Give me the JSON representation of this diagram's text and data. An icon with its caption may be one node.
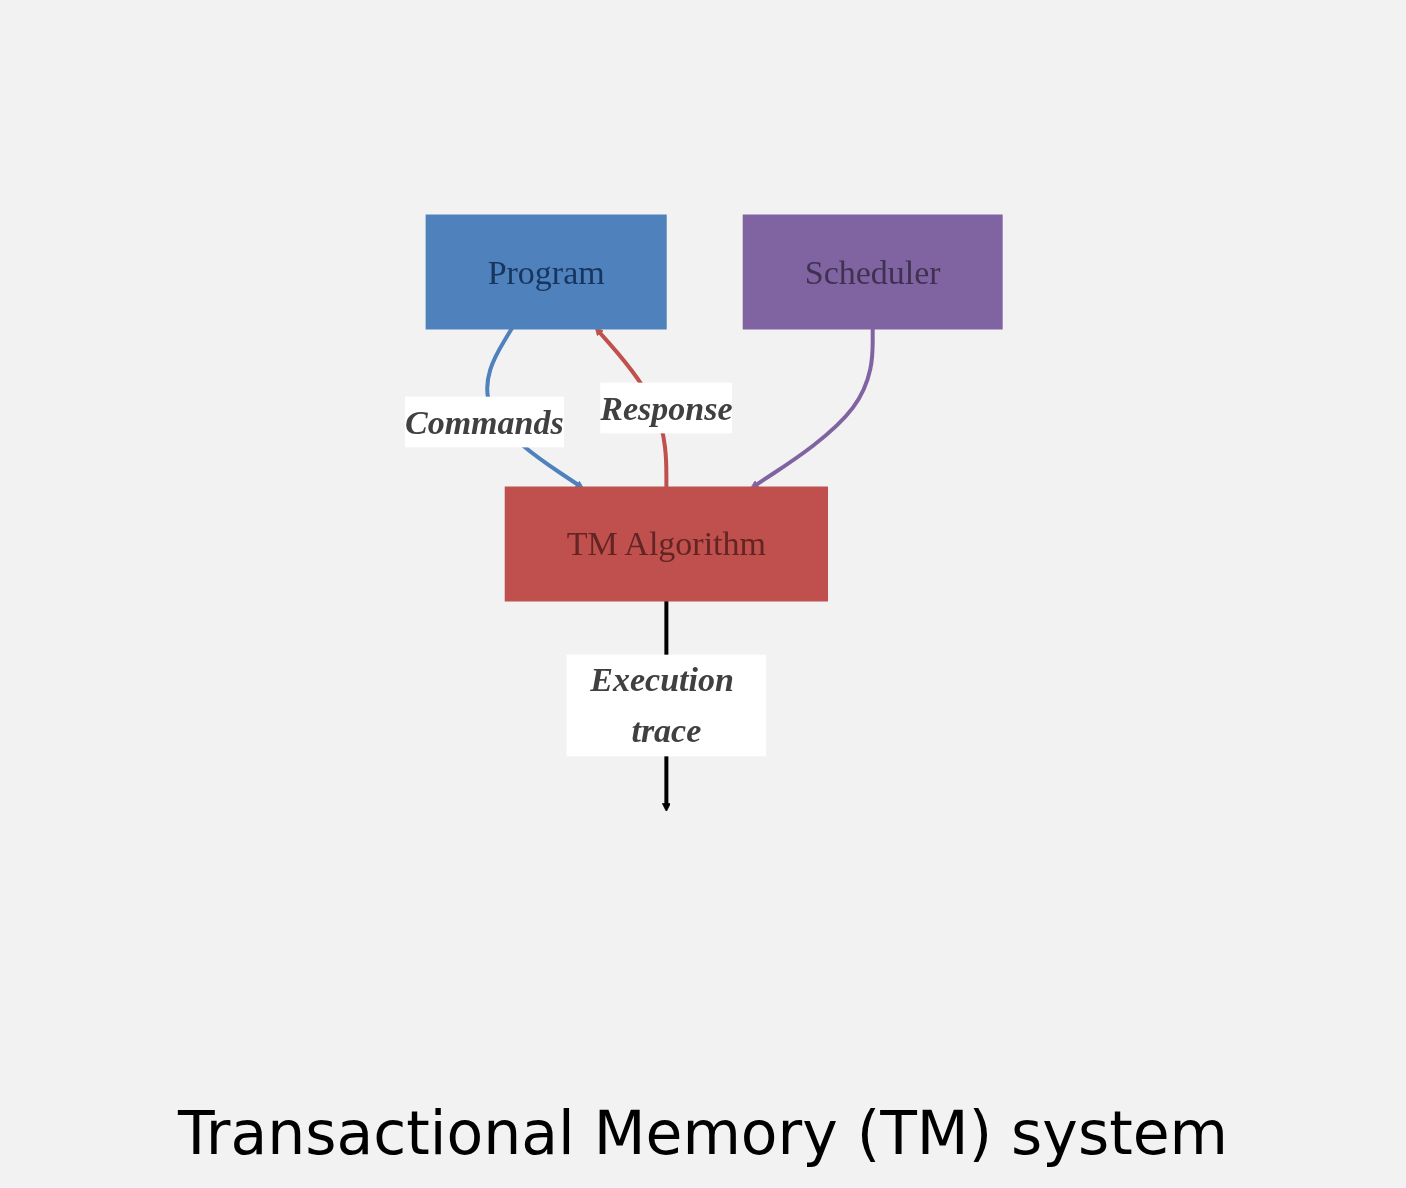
{
  "diagram": {
    "caption": "Transactional Memory (TM) system",
    "nodes": [
      {
        "text": [
          "Program"
        ]
      },
      {
        "text": [
          "TM Algorithm"
        ]
      },
      {
        "text": [
          "Scheduler"
        ]
      }
    ],
    "edges": [
      {
        "from": 1,
        "to": 0,
        "arrow": "to",
        "label": "Response",
        "color": "#c0504d"
      },
      {
        "from": 0,
        "to": 1,
        "arrow": "to",
        "label": "Commands",
        "color": "#4f81bd"
      },
      {
        "from": 2,
        "to": 1,
        "arrow": "to",
        "color": "#8064a2"
      },
      {
        "from": 1,
        "to": null,
        "arrow": "to",
        "label": "Execution trace",
        "color": "#000000"
      }
    ]
  }
}
